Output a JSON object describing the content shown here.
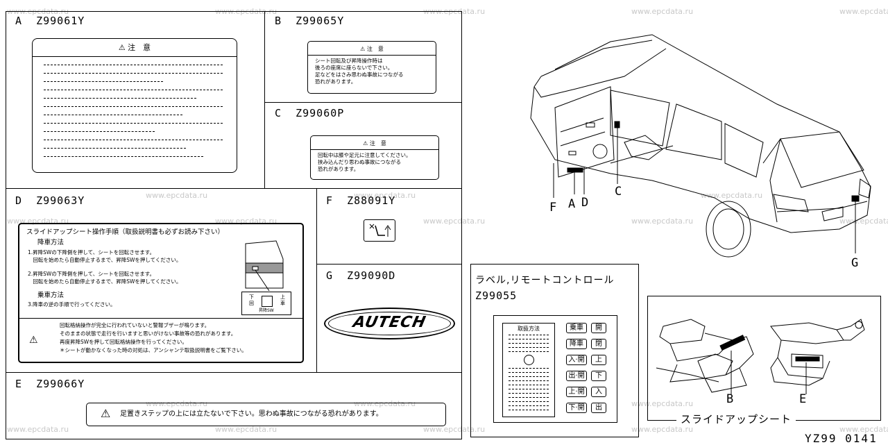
{
  "watermark": "www.epcdata.ru",
  "panels": {
    "A": {
      "letter": "A",
      "code": "Z99061Y",
      "title": "⚠  注　意"
    },
    "B": {
      "letter": "B",
      "code": "Z99065Y",
      "title": "⚠  注　意",
      "lines": [
        "シート回転及び昇降操作時は",
        "後ろの座席に座らないで下さい。",
        "足などをはさみ思わぬ事故につながる",
        "恐れがあります。"
      ]
    },
    "C": {
      "letter": "C",
      "code": "Z99060P",
      "title": "⚠  注　意",
      "lines": [
        "回転中は膝や足元に注意してください。",
        "挟み込んだり思わぬ事故につながる",
        "恐れがあります。"
      ]
    },
    "D": {
      "letter": "D",
      "code": "Z99063Y",
      "heading": "スライドアップシート操作手順（取扱説明書も必ずお読み下さい）",
      "sub1": "降車方法",
      "steps": [
        "1.昇降SWの下降側を押して、シートを回転させます。",
        "　回転を始めたら自動停止するまで、昇降SWを押してください。",
        "2.昇降SWの下降側を押して、シートを回転させます。",
        "　回転を始めたら自動停止するまで、昇降SWを押してください。"
      ],
      "sub2": "乗車方法",
      "step3": "3.降車の逆の手順で行ってください。",
      "sw_left": "下\n回",
      "sw_right": "上\n車",
      "sw_caption": "昇降SW",
      "warn": [
        "回転格納操作が完全に行われていないと警報ブザーが鳴ります。",
        "そのままの状態で走行を行いますと思いがけない事故等の恐れがあります。",
        "再度昇降SWを押して回転格納操作を行ってください。",
        "＊シートが動かなくなった時の対処は、アンシャンテ取扱説明書をご覧下さい。"
      ]
    },
    "E": {
      "letter": "E",
      "code": "Z99066Y",
      "text": "足置きステップの上には立たないで下さい。思わぬ事故につながる恐れがあります。"
    },
    "F": {
      "letter": "F",
      "code": "Z88091Y"
    },
    "G": {
      "letter": "G",
      "code": "Z99090D",
      "logo": "AUTECH"
    },
    "remote": {
      "title": "ラベル,リモートコントロール",
      "code": "Z99055",
      "header": "取扱方法",
      "buttons": [
        [
          "乗車",
          "開"
        ],
        [
          "降車",
          "閉"
        ],
        [
          "入·開",
          "上"
        ],
        [
          "出·開",
          "下"
        ],
        [
          "上·開",
          "入"
        ],
        [
          "下·開",
          "出"
        ]
      ]
    }
  },
  "callouts": {
    "F": "F",
    "A": "A",
    "D": "D",
    "C": "C",
    "G": "G",
    "B": "B",
    "E": "E"
  },
  "slide_caption": "スライドアップシート",
  "ref": "YZ99 0141"
}
